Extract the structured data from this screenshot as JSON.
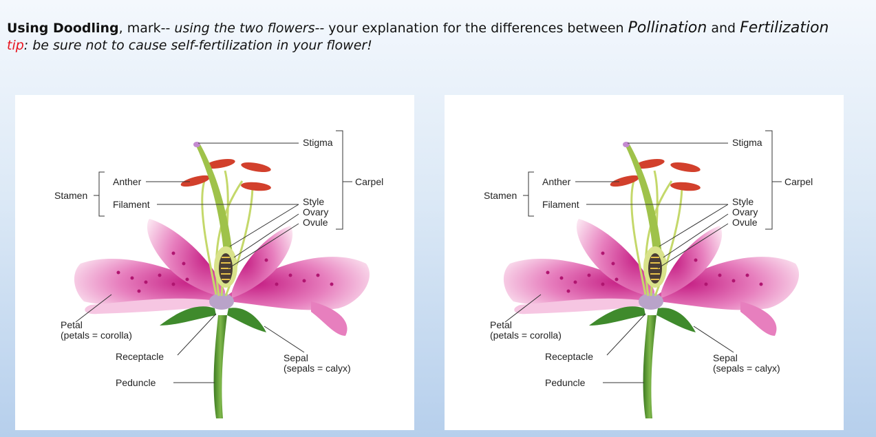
{
  "instructions": {
    "line1_bold": "Using Doodling",
    "line1_mid": ", mark-- ",
    "line1_italic": "using the two flowers--",
    "line1_rest": " your explanation for the differences between ",
    "term1": "Pollination",
    "connector": " and ",
    "term2": "Fertilization",
    "tip_key": "tip",
    "tip_text": ": be sure not to cause self-fertilization in your flower!"
  },
  "diagram_labels": {
    "stigma": "Stigma",
    "carpel": "Carpel",
    "anther": "Anther",
    "stamen": "Stamen",
    "filament": "Filament",
    "style": "Style",
    "ovary": "Ovary",
    "ovule": "Ovule",
    "petal": "Petal",
    "petal_note": "(petals = corolla)",
    "receptacle": "Receptacle",
    "sepal": "Sepal",
    "sepal_note": "(sepals = calyx)",
    "peduncle": "Peduncle"
  },
  "colors": {
    "tip": "#e8141e",
    "petal": "#e05aa8",
    "stem": "#4a8a2a",
    "anther": "#d2402c"
  }
}
